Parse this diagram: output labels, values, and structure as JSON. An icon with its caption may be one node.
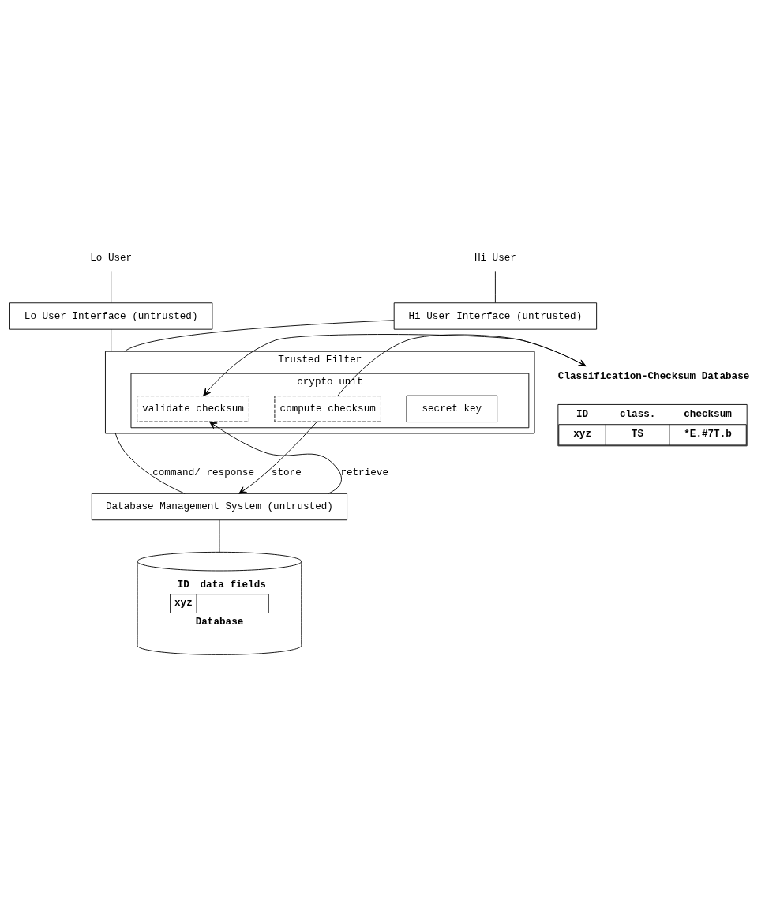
{
  "diagram": {
    "nodes": [
      {
        "text": [
          "Lo User"
        ]
      },
      {
        "text": [
          "Hi User"
        ]
      },
      {
        "text": [
          "Lo User Interface (untrusted)"
        ]
      },
      {
        "text": [
          "Hi User Interface (untrusted)"
        ]
      },
      {
        "text": [
          "Trusted Filter"
        ]
      },
      {
        "text": [
          "crypto unit"
        ],
        "in": 4
      },
      {
        "text": [
          "secret key"
        ],
        "in": 5
      },
      {
        "text": [
          "compute checksum"
        ],
        "in": 5
      },
      {
        "text": [
          "validate checksum"
        ],
        "in": 5
      },
      {
        "text": [
          "Classification-Checksum Database",
          "ID",
          "class.",
          "checksum",
          "xyz",
          "TS",
          "*E.#7T.b"
        ]
      },
      {
        "text": [
          "Database Management System (untrusted)"
        ]
      },
      {
        "text": [
          "ID",
          "data fields",
          "xyz",
          "Database"
        ]
      }
    ],
    "edges": [
      {
        "from": 0,
        "to": 2,
        "arrow": "none"
      },
      {
        "from": 1,
        "to": 3,
        "arrow": "none"
      },
      {
        "from": 2,
        "to": 4,
        "arrow": "none"
      },
      {
        "from": 3,
        "to": 4,
        "arrow": "none"
      },
      {
        "from": 4,
        "to": 10,
        "arrow": "none",
        "label": "command/ response"
      },
      {
        "from": 7,
        "to": 10,
        "arrow": "to",
        "label": "store"
      },
      {
        "from": 7,
        "to": 9,
        "arrow": "to"
      },
      {
        "from": 10,
        "to": 8,
        "arrow": "to",
        "label": "retrieve"
      },
      {
        "from": 9,
        "to": 8,
        "arrow": "to"
      },
      {
        "from": 10,
        "to": 11,
        "arrow": "none"
      }
    ]
  }
}
